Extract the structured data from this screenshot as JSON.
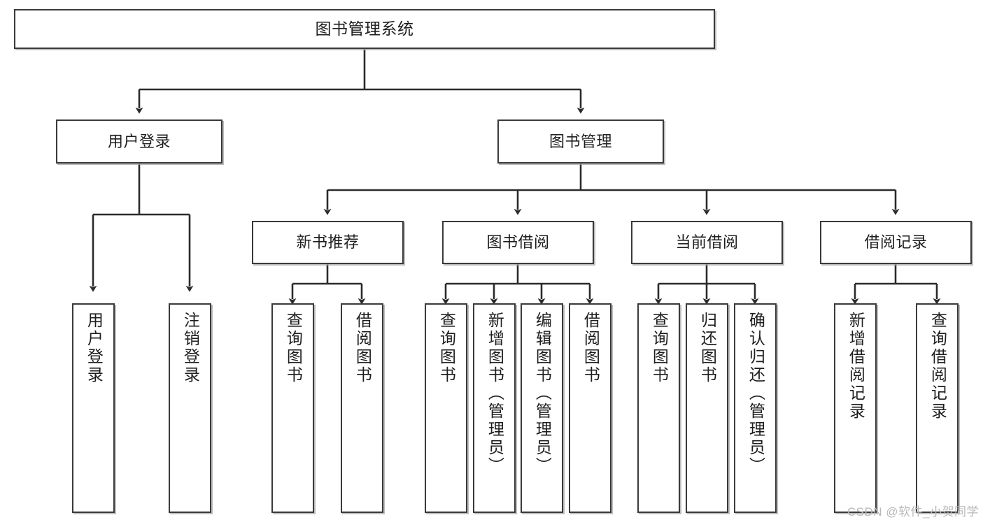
{
  "diagram": {
    "title": "图书管理系统",
    "type": "tree",
    "watermark": "CSDN @软件_小贺同学",
    "colors": {
      "box_border": "#3a3a3a",
      "box_fill": "#ffffff",
      "edge": "#2b2b2b",
      "text": "#1e1e1e",
      "watermark": "#b8b8b8",
      "shadow": "#a5a5a5"
    },
    "nodes": {
      "root": {
        "label": "图书管理系统"
      },
      "level2": [
        {
          "id": "user-login",
          "label": "用户登录"
        },
        {
          "id": "book-manage",
          "label": "图书管理"
        }
      ],
      "level3": [
        {
          "id": "new-book-recommend",
          "label": "新书推荐"
        },
        {
          "id": "book-borrow",
          "label": "图书借阅"
        },
        {
          "id": "current-borrow",
          "label": "当前借阅"
        },
        {
          "id": "borrow-record",
          "label": "借阅记录"
        }
      ],
      "leaves": {
        "user_login": [
          {
            "id": "leaf-user-login",
            "label": "用户登录"
          },
          {
            "id": "leaf-logout-login",
            "label": "注销登录"
          }
        ],
        "new_book_recommend": [
          {
            "id": "leaf-query-book-1",
            "label": "查询图书"
          },
          {
            "id": "leaf-borrow-book-1",
            "label": "借阅图书"
          }
        ],
        "book_borrow": [
          {
            "id": "leaf-query-book-2",
            "label": "查询图书"
          },
          {
            "id": "leaf-add-book",
            "label": "新增图书（管理员）"
          },
          {
            "id": "leaf-edit-book",
            "label": "编辑图书（管理员）"
          },
          {
            "id": "leaf-borrow-book-2",
            "label": "借阅图书"
          }
        ],
        "current_borrow": [
          {
            "id": "leaf-query-book-3",
            "label": "查询图书"
          },
          {
            "id": "leaf-return-book",
            "label": "归还图书"
          },
          {
            "id": "leaf-confirm-return",
            "label": "确认归还（管理员）"
          }
        ],
        "borrow_record": [
          {
            "id": "leaf-add-record",
            "label": "新增借阅记录"
          },
          {
            "id": "leaf-query-record",
            "label": "查询借阅记录"
          }
        ]
      }
    },
    "edges": [
      {
        "from": "图书管理系统",
        "to": "用户登录"
      },
      {
        "from": "图书管理系统",
        "to": "图书管理"
      },
      {
        "from": "用户登录",
        "to": "用户登录"
      },
      {
        "from": "用户登录",
        "to": "注销登录"
      },
      {
        "from": "图书管理",
        "to": "新书推荐"
      },
      {
        "from": "图书管理",
        "to": "图书借阅"
      },
      {
        "from": "图书管理",
        "to": "当前借阅"
      },
      {
        "from": "图书管理",
        "to": "借阅记录"
      },
      {
        "from": "新书推荐",
        "to": "查询图书"
      },
      {
        "from": "新书推荐",
        "to": "借阅图书"
      },
      {
        "from": "图书借阅",
        "to": "查询图书"
      },
      {
        "from": "图书借阅",
        "to": "新增图书（管理员）"
      },
      {
        "from": "图书借阅",
        "to": "编辑图书（管理员）"
      },
      {
        "from": "图书借阅",
        "to": "借阅图书"
      },
      {
        "from": "当前借阅",
        "to": "查询图书"
      },
      {
        "from": "当前借阅",
        "to": "归还图书"
      },
      {
        "from": "当前借阅",
        "to": "确认归还（管理员）"
      },
      {
        "from": "借阅记录",
        "to": "新增借阅记录"
      },
      {
        "from": "借阅记录",
        "to": "查询借阅记录"
      }
    ]
  }
}
